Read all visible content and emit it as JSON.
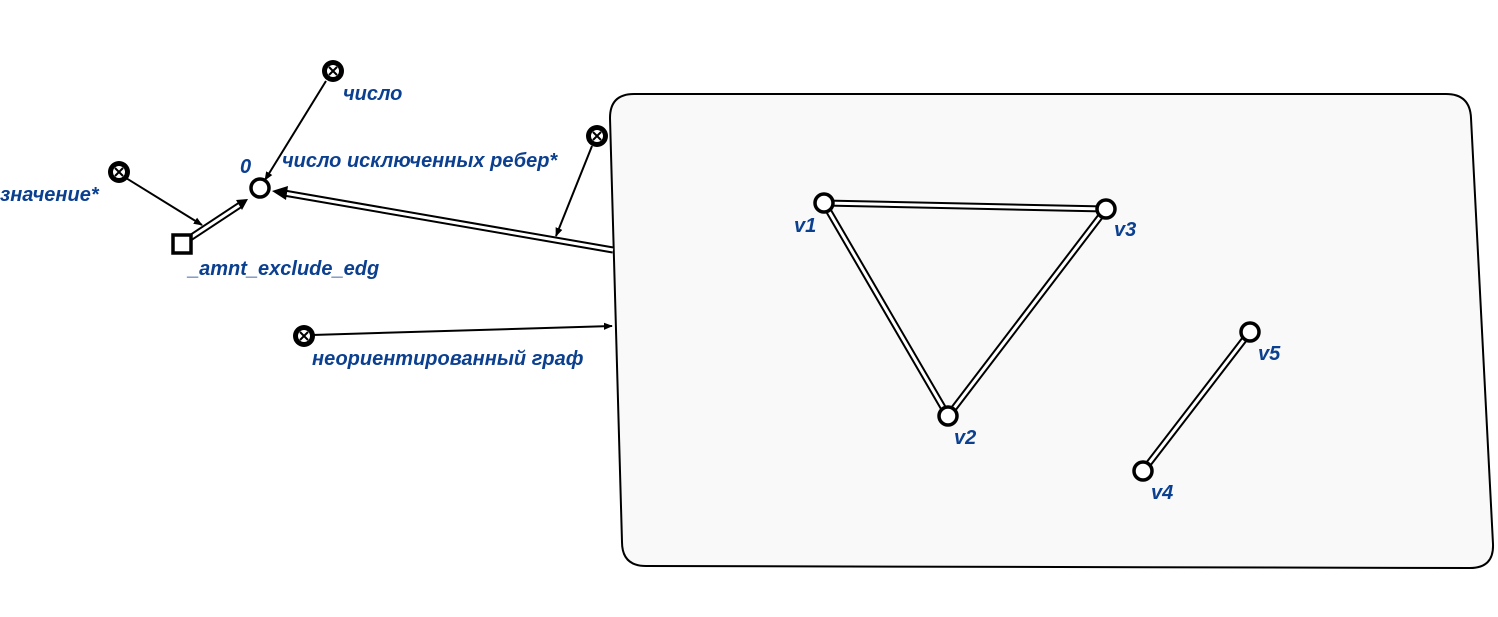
{
  "nodes": {
    "chislo": {
      "label": "число",
      "kind": "class-node-icon"
    },
    "znachenie": {
      "label": "значение*",
      "kind": "class-node-icon"
    },
    "chislo_isklyuchennyh_reber": {
      "label": "число исключенных ребер*",
      "kind": "class-node-icon"
    },
    "neorientirovanny_graf": {
      "label": "неориентированный граф",
      "kind": "class-node-icon"
    },
    "zero": {
      "label": "0"
    },
    "amnt": {
      "label": "_amnt_exclude_edg"
    },
    "v1": {
      "label": "v1"
    },
    "v2": {
      "label": "v2"
    },
    "v3": {
      "label": "v3"
    },
    "v4": {
      "label": "v4"
    },
    "v5": {
      "label": "v5"
    }
  },
  "edges": [
    {
      "from": "число",
      "to": "0",
      "style": "arrow"
    },
    {
      "from": "значение*",
      "to": "_amnt_exclude_edg",
      "style": "arrow"
    },
    {
      "from": "_amnt_exclude_edg",
      "to": "0",
      "style": "double-arrow"
    },
    {
      "from": "graph-contour",
      "to": "0",
      "style": "double-arrow"
    },
    {
      "from": "число исключенных ребер*",
      "to": "graph-contour → 0",
      "style": "arrow"
    },
    {
      "from": "неориентированный граф",
      "to": "graph-contour",
      "style": "arrow"
    },
    {
      "from": "v1",
      "to": "v3",
      "style": "double"
    },
    {
      "from": "v1",
      "to": "v2",
      "style": "double"
    },
    {
      "from": "v3",
      "to": "v2",
      "style": "double"
    },
    {
      "from": "v4",
      "to": "v5",
      "style": "double"
    }
  ],
  "colors": {
    "label": "#0b3f8f",
    "contour_fill": "#f9f9f9",
    "stroke": "#000000"
  }
}
